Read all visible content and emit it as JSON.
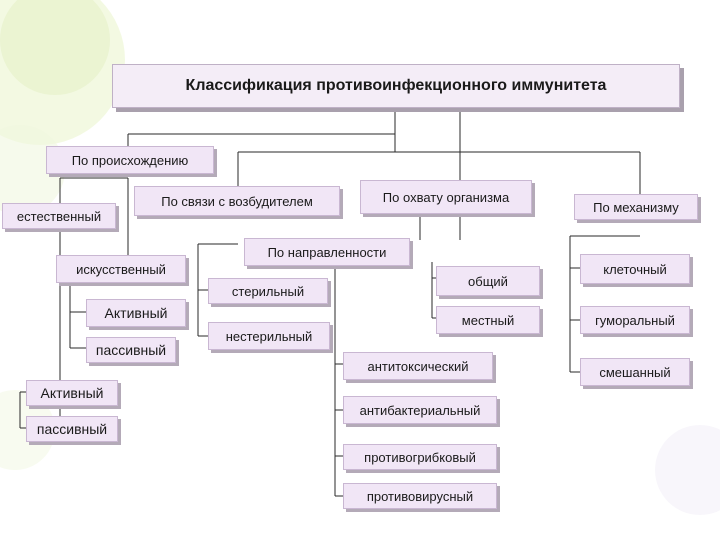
{
  "title": "Классификация противоинфекционного иммунитета",
  "nodes": {
    "by_origin": "По происхождению",
    "natural": "естественный",
    "artificial": "искусственный",
    "active_1": "Активный",
    "passive_1": "пассивный",
    "active_2": "Активный",
    "passive_2": "пассивный",
    "by_pathogen_link": "По связи с возбудителем",
    "sterile": "стерильный",
    "nonsterile": "нестерильный",
    "by_coverage": "По охвату организма",
    "general": "общий",
    "local": "местный",
    "by_direction": "По направленности",
    "antitoxic": "антитоксический",
    "antibacterial": "антибактериальный",
    "antifungal": "противогрибковый",
    "antiviral": "противовирусный",
    "by_mechanism": "По механизму",
    "cellular": "клеточный",
    "humoral": "гуморальный",
    "mixed": "смешанный"
  },
  "colors": {
    "box_fill": "#f1e6f6",
    "box_border": "#c9b7d2",
    "box_shadow": "#b4aab8",
    "connector": "#2a2a2a"
  }
}
